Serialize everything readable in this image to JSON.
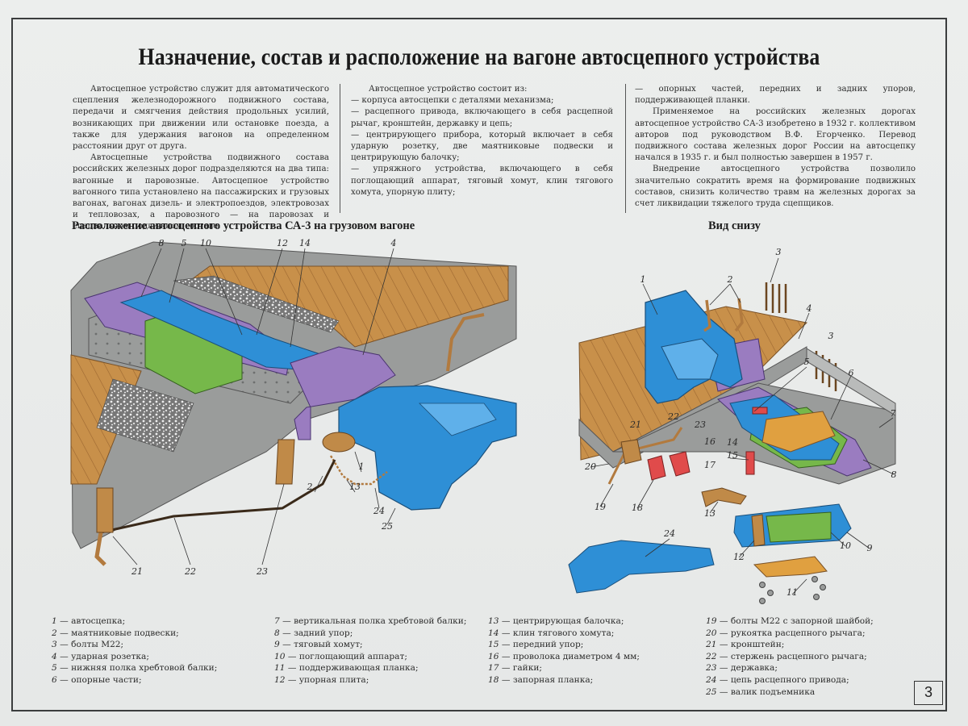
{
  "title": "Назначение, состав и расположение на вагоне автосцепного устройства",
  "text": {
    "col1": [
      "Автосцепное устройство служит для автоматического сцепления железнодорожного подвижного состава, передачи и смягчения действия продольных усилий, возникающих при движении или остановке поезда, а также для удержания вагонов на определенном расстоянии друг от друга.",
      "Автосцепные устройства подвижного состава российских железных дорог подразделяются на два типа: вагонные и паровозные. Автосцепное устройство вагонного типа установлено на пассажирских и грузовых вагонах, вагонах дизель- и электропоездов, электровозах и тепловозах, а паровозного — на паровозах и специальном подвижном составе."
    ],
    "col2": [
      "Автосцепное устройство состоит из:",
      "— корпуса автосцепки с деталями механизма;",
      "— расцепного привода, включающего в себя расцепной рычаг, кронштейн, державку и цепь;",
      "— центрирующего прибора, который включает в себя ударную розетку, две маятниковые подвески и центрирующую балочку;",
      "— упряжного устройства, включающего в себя поглощающий аппарат, тяговый хомут, клин тягового хомута, упорную плиту;"
    ],
    "col3": [
      "— опорных частей, передних и задних упоров, поддерживающей планки.",
      "Применяемое на российских железных дорогах автосцепное устройство СА-3 изобретено в 1932 г. коллективом авторов под руководством В.Ф. Егорченко. Перевод подвижного состава железных дорог России на автосцепку начался в 1935 г. и был полностью завершен в 1957 г.",
      "Внедрение автосцепного устройства позволило значительно сократить время на формирование подвижных составов, снизить количество травм на железных дорогах за счет ликвидации тяжелого труда сцепщиков."
    ]
  },
  "subtitles": {
    "left": "Расположение автосцепного устройства СА-3 на грузовом вагоне",
    "right": "Вид снизу"
  },
  "callouts_left": [
    "8",
    "5",
    "10",
    "12",
    "14",
    "4",
    "1",
    "2",
    "13",
    "24",
    "25",
    "21",
    "22",
    "23"
  ],
  "callouts_right": [
    "1",
    "2",
    "3",
    "4",
    "3",
    "5",
    "6",
    "7",
    "8",
    "9",
    "10",
    "11",
    "12",
    "13",
    "14",
    "15",
    "16",
    "17",
    "18",
    "19",
    "20",
    "21",
    "22",
    "23",
    "24",
    "1"
  ],
  "legend": [
    [
      {
        "n": "1",
        "t": "автосцепка;"
      },
      {
        "n": "2",
        "t": "маятниковые подвески;"
      },
      {
        "n": "3",
        "t": "болты М22;"
      },
      {
        "n": "4",
        "t": "ударная розетка;"
      },
      {
        "n": "5",
        "t": "нижняя полка хребтовой балки;"
      },
      {
        "n": "6",
        "t": "опорные части;"
      }
    ],
    [
      {
        "n": "7",
        "t": "вертикальная полка хребтовой балки;"
      },
      {
        "n": "8",
        "t": "задний упор;"
      },
      {
        "n": "9",
        "t": "тяговый хомут;"
      },
      {
        "n": "10",
        "t": "поглощающий аппарат;"
      },
      {
        "n": "11",
        "t": "поддерживающая планка;"
      },
      {
        "n": "12",
        "t": "упорная плита;"
      }
    ],
    [
      {
        "n": "13",
        "t": "центрирующая балочка;"
      },
      {
        "n": "14",
        "t": "клин тягового хомута;"
      },
      {
        "n": "15",
        "t": "передний упор;"
      },
      {
        "n": "16",
        "t": "проволока диаметром 4 мм;"
      },
      {
        "n": "17",
        "t": "гайки;"
      },
      {
        "n": "18",
        "t": "запорная планка;"
      }
    ],
    [
      {
        "n": "19",
        "t": "болты М22 с запорной шайбой;"
      },
      {
        "n": "20",
        "t": "рукоятка расцепного рычага;"
      },
      {
        "n": "21",
        "t": "кронштейн;"
      },
      {
        "n": "22",
        "t": "стержень расцепного рычага;"
      },
      {
        "n": "23",
        "t": "державка;"
      },
      {
        "n": "24",
        "t": "цепь расцепного привода;"
      },
      {
        "n": "25",
        "t": "валик подъемника"
      }
    ]
  ],
  "page_number": "3",
  "colors": {
    "wood": "#c8904a",
    "steel_gray": "#9a9c9b",
    "coupler_blue": "#2e8fd6",
    "absorber_green": "#76b84a",
    "frame_purple": "#9a7cc0",
    "bronze": "#b27a3e"
  }
}
